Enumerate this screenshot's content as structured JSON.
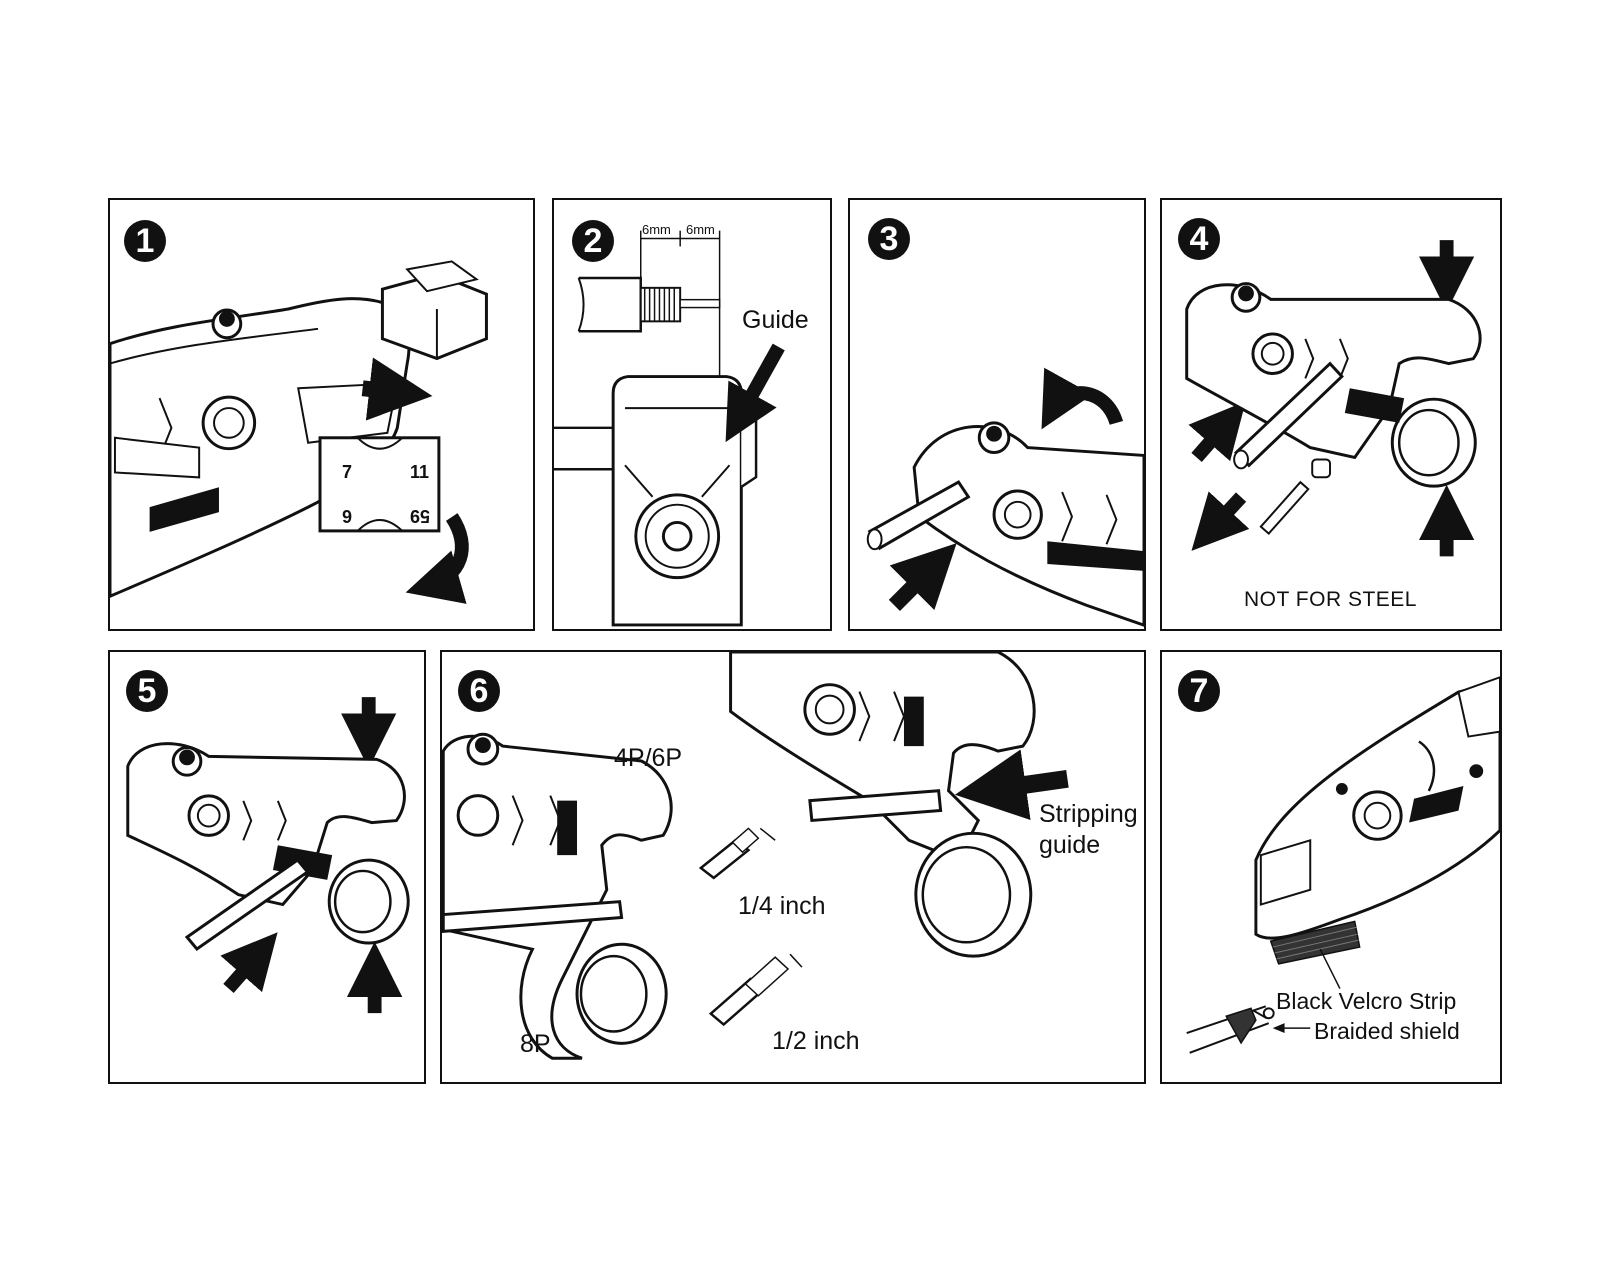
{
  "steps": [
    {
      "number": "1",
      "labels": {
        "scale_tl": "7",
        "scale_tr": "11",
        "scale_bl": "6",
        "scale_br": "59"
      }
    },
    {
      "number": "2",
      "labels": {
        "dim_a": "6mm",
        "dim_b": "6mm",
        "guide": "Guide"
      }
    },
    {
      "number": "3"
    },
    {
      "number": "4",
      "labels": {
        "warning": "NOT  FOR  STEEL"
      }
    },
    {
      "number": "5"
    },
    {
      "number": "6",
      "labels": {
        "p46": "4P/6P",
        "p8": "8P",
        "quarter": "1/4 inch",
        "half": "1/2 inch",
        "strip1": "Stripping",
        "strip2": "guide"
      }
    },
    {
      "number": "7",
      "labels": {
        "velcro": "Black Velcro Strip",
        "braid": "Braided shield"
      }
    }
  ],
  "icons": [
    "arrow-icon",
    "rotate-arrow-icon",
    "stripper-tool-icon",
    "blade-cassette-icon",
    "coax-cable-icon",
    "flat-cable-icon"
  ],
  "colors": {
    "ink": "#111111",
    "paper": "#ffffff"
  }
}
